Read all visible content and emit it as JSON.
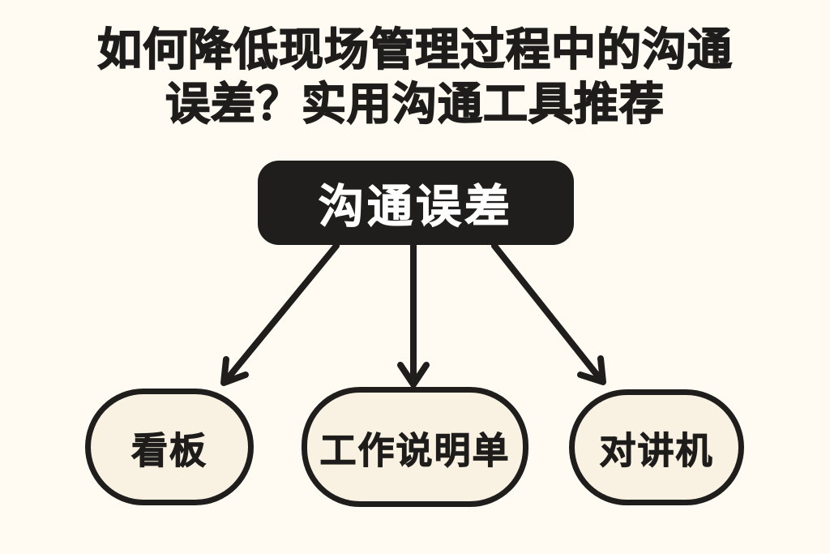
{
  "title": {
    "line1": "如何降低现场管理过程中的沟通",
    "line2": "误差？实用沟通工具推荐"
  },
  "diagram": {
    "root": {
      "label": "沟通误差"
    },
    "children": [
      {
        "label": "看板"
      },
      {
        "label": "工作说明单"
      },
      {
        "label": "对讲机"
      }
    ]
  },
  "colors": {
    "background": "#FFFBF3",
    "node_fill": "#F9F1E1",
    "ink": "#1F1E1C",
    "root_text": "#FFFFFF"
  }
}
